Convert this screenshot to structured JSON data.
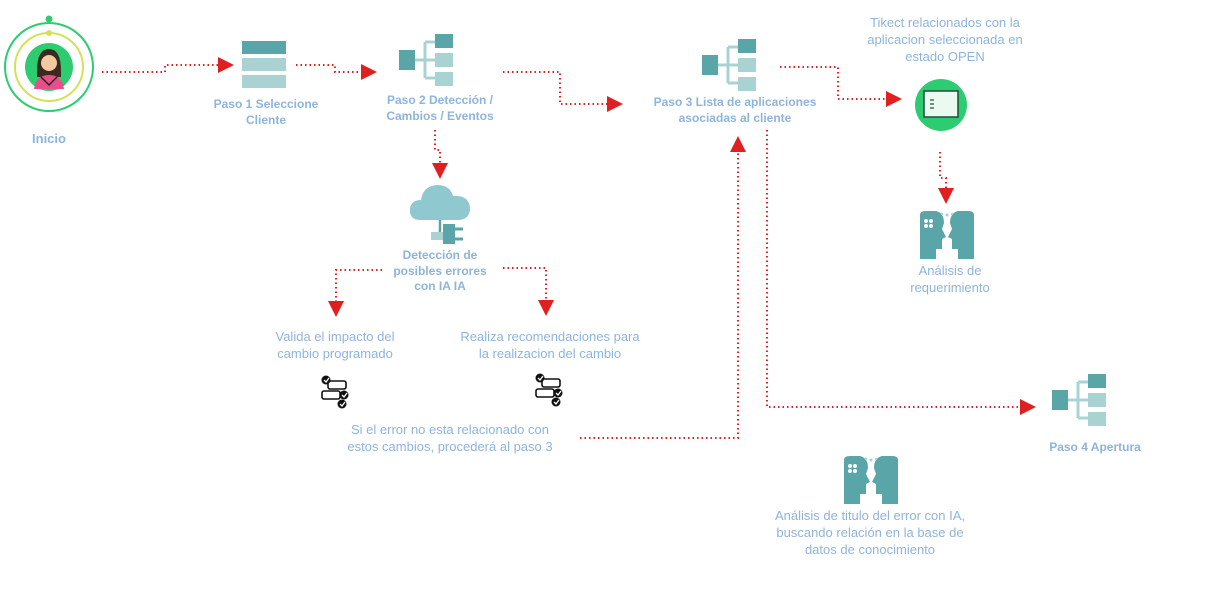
{
  "nodes": {
    "inicio": "Inicio",
    "paso1": [
      "Paso 1 Seleccione",
      "Cliente"
    ],
    "paso2": [
      "Paso 2 Detección /",
      "Cambios / Eventos"
    ],
    "paso3": [
      "Paso 3 Lista de aplicaciones",
      "asociadas al cliente"
    ],
    "tickets": [
      "Tikect relacionados con la",
      "aplicacion seleccionada en",
      "estado OPEN"
    ],
    "analisis_req": [
      "Análisis de",
      "requerimiento"
    ],
    "deteccion": [
      "Detección de",
      "posibles errores",
      "con IA  IA"
    ],
    "valida": [
      "Valida el impacto del",
      "cambio programado"
    ],
    "recomendaciones": [
      "Realiza recomendaciones para",
      "la realizacion del cambio"
    ],
    "si_error": [
      "Si el error no esta relacionado con",
      "estos cambios, procederá al paso 3"
    ],
    "paso4": "Paso 4 Apertura",
    "analisis_titulo": [
      "Análisis de titulo del error con IA,",
      "buscando relación en la base  de",
      "datos de conocimiento"
    ]
  },
  "colors": {
    "teal": "#5aa5a8",
    "teal_light": "#a9d3d3",
    "label": "#8fb4dc",
    "arrow": "#e02020",
    "green_ring": "#2ecc71",
    "yellow_ring": "#d4e157"
  },
  "icons": [
    "user-avatar-icon",
    "list-stack-icon",
    "hierarchy-icon",
    "cloud-plug-icon",
    "ticket-icon",
    "ai-heads-icon",
    "checklist-icon"
  ]
}
